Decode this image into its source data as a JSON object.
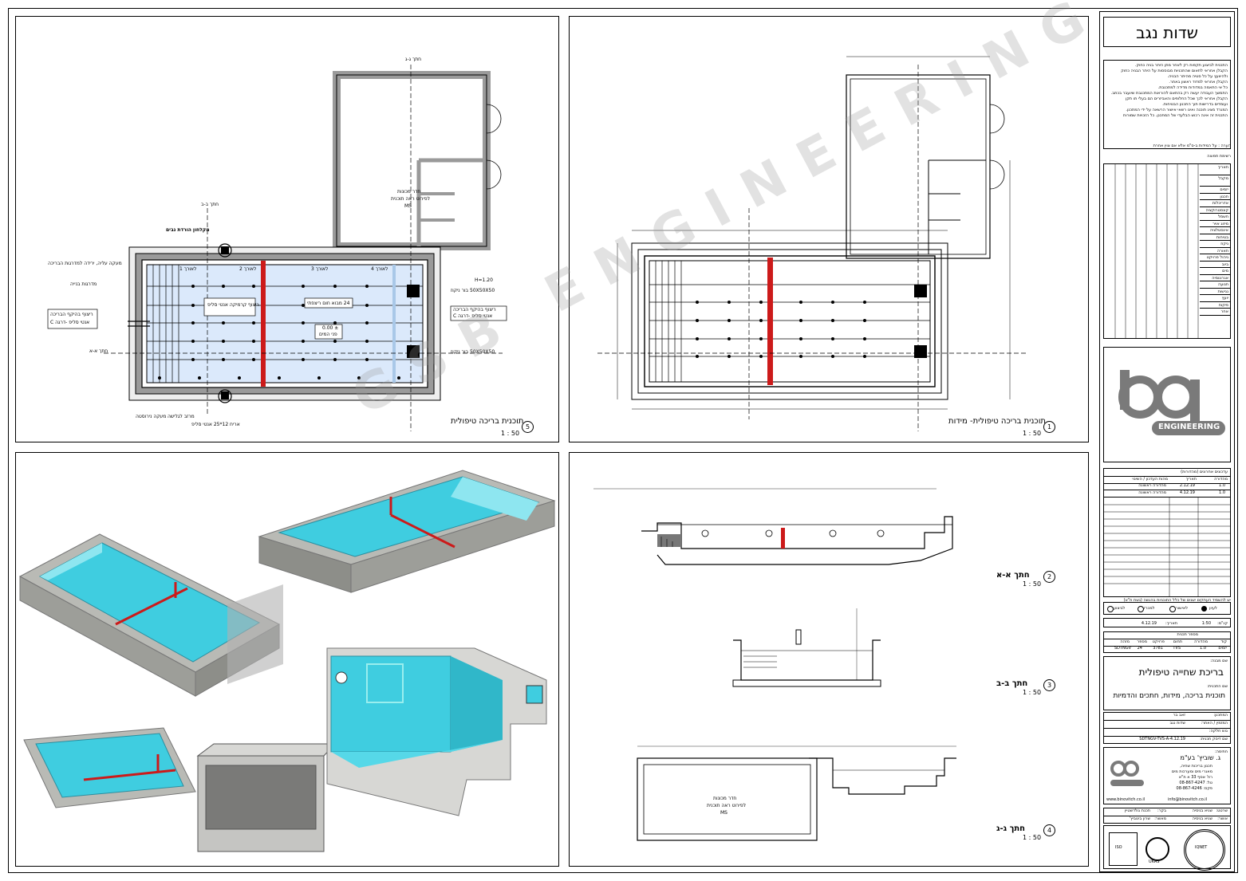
{
  "project": {
    "client_name": "שדות נגב",
    "notes_lines": [
      "התכנית לביצוע תקפות רק לאחר מתן היתר בניה כחוק.",
      "הקבלן אחראי לתאום שהתכניות מבוססות על היתר הבניה כחוק",
      "ולהיוועץ על כל סטיה מהיתר הבניה.",
      "הקבלן אחראי למדוד ראשון באתר.",
      "כל אי התאמה במדודות מדידה למתכנבת.",
      "התמשך העבודה יעשה רק בהתאם להוראות המתכנבת שיועבר בכתב.",
      "הקבלן אחראי לכך שכל החלופים והאביזרים הם בעלי תו תקן",
      "ועומדים בדרישות תוך התכנון הבטיחות.",
      "המגרד מציג תוכנה ואינו רשאי אישור הרשאה על ידי המתכנן.",
      "התכנית זה אינה רכוש הבלעדי של המתכנן. כל הזכויות שמורות"
    ],
    "note_footer": "הערה : על המידות ב-ס\"מ אלא אם צוין אחרת",
    "list_title": "רשימת תפוצה",
    "list_header": [
      "תאריך",
      "מקבל"
    ],
    "list_rows": [
      "יזמים",
      "תכנון",
      "אדריכלות",
      "קונסטרוקציה",
      "חשמל",
      "מיזוג אויר",
      "אינסטלציה",
      "בטיחות",
      "ניקוז",
      "תאורה",
      "ניהול פרויקט",
      "ביוב",
      "מים",
      "אגרונומיה",
      "תנועה",
      "נגישות",
      "יועץ",
      "פיקוח",
      "אחר"
    ],
    "logo_text": "ENGINEERING",
    "revisions_title": "עדכונים אחרונים (מהדורות)",
    "revisions_header": [
      "מהדורה",
      "תאריך",
      "מהות העדכון / השינוי"
    ],
    "revisions": [
      {
        "rev": "1.0",
        "date": "2.12.19",
        "desc": "מהדורה ראשונה"
      },
      {
        "rev": "1.0",
        "date": "4.12.19",
        "desc": "מהדורה ראשונה"
      }
    ],
    "revisions_note": "יש להשמיד העתקים ישנים של כלל התוכניות בהגשה (גשת ת\"א)",
    "status_options": [
      "לביצוע",
      "למכרז",
      "לאישור",
      "לעיון"
    ],
    "scale_label": "קנ\"מ:",
    "scale_value": "1:50",
    "date_label": "תאריך:",
    "date_value": "4.12.19",
    "code_label": "מספר תכנית",
    "code_headers": [
      "קוד",
      "מהדורה",
      "תחום",
      "פרויקט",
      "מספר",
      "מזהה"
    ],
    "code_values": [
      "יזמים",
      "1.0",
      "TVS",
      "3781",
      "24",
      "SDTNGV"
    ],
    "project_label": "שם מבנה:",
    "project_title": "בריכת שחייה טיפולית",
    "drawing_label": "שם התכנית:",
    "drawing_title": "תוכנית בריכה, מידות, חתכים והדמיות",
    "field_rows": [
      {
        "label": "המתכנן:",
        "value": "זאב בר"
      },
      {
        "label": "המזמין / האתר:",
        "value": "שדות נגב"
      },
      {
        "label": "גוש חלקה:",
        "value": ""
      }
    ],
    "file_label": "שם דיסק תכנית:",
    "file_value": "SDTNGV-TVS-A-4.12.19",
    "firm_label": "חתימה:",
    "firm_name": "ג. שוביץ' בע\"מ",
    "firm_lines": [
      "תכנון בריכות שחיה,",
      "מאגרי מים ומערכות מים",
      "רח' אסף 33 א ת\"א",
      "טל: 08-867-4247",
      "פקס: 08-867-4246"
    ],
    "firm_web": "www.binovitch.co.il",
    "firm_mail": "info@binovitch.co.il",
    "drafter_rows": [
      {
        "label": "שרטט:",
        "value": "שגיא בניסיה",
        "label2": "בקר:",
        "value2": "תכנת גולדשטיין"
      },
      {
        "label": "אושר:",
        "value": "שגיא בניסיה",
        "label2": "מאשר:",
        "value2": "שרון בינוביץ'"
      }
    ],
    "cert_labels": [
      "ISO",
      "UKAS",
      "IQNET"
    ]
  },
  "viewports": [
    {
      "id": "plan5",
      "title": "תוכנית בריכה טיפולית",
      "scale": "1 : 50",
      "number": "5"
    },
    {
      "id": "plan1",
      "title": "תוכנית בריכה טיפולית- מידות",
      "scale": "1 : 50",
      "number": "1"
    },
    {
      "id": "section2",
      "title": "חתך א-א",
      "scale": "1 : 50",
      "number": "2"
    },
    {
      "id": "section3",
      "title": "חתך ב-ב",
      "scale": "1 : 50",
      "number": "3"
    },
    {
      "id": "section4",
      "title": "חתך ג-ג",
      "scale": "1 : 50",
      "number": "4"
    }
  ],
  "plan5_labels": {
    "room": "חדר מכונות",
    "room_sub": "לפירוט ראה תוכנית",
    "room_code": "MS",
    "shower": "מקלחון הורדת נבים",
    "wall_note": "מעקה עליה, ירידה למדרגות הבריכה",
    "steps": "מדרגות בנייה",
    "floor_a": "ריצוף קרמיקה אנטי סליפ",
    "floor_b": "24 מבוא חום ריצפתי",
    "drain_a": "50X50X50 בור ניקוז",
    "drain_b": "50X50X50 בור ניקוז",
    "edge_left": "ריצוף בהיקף הבריכה",
    "edge_left_b": "אנטי סליפ -דרגה C",
    "edge_right": "ריצוף בהיקף הבריכה",
    "edge_right_b": "אנטי סליפ -דרגה C",
    "gutter": "מרזב לגלישה",
    "rail": "מעקה נירוסטה",
    "tiles": "אריח 12*25 אנטי סליפ",
    "section_a": "חתך א-א",
    "section_b": "חתך ב-ב",
    "section_c": "חתך ג-ג",
    "level": "± 0.00",
    "level_sub": "פני המים",
    "depth": "H=1.20",
    "lanes": [
      "לאורך 1",
      "לאורך 2",
      "לאורך 3",
      "לאורך 4"
    ]
  },
  "colors": {
    "pool_fill": "#dbe9fb",
    "divider": "#cc1a1a",
    "wall_grey": "#9a9a9a",
    "render_water": "#3fcde0",
    "render_concrete": "#b9bab5"
  },
  "watermark": "GSB ENGINEERING"
}
